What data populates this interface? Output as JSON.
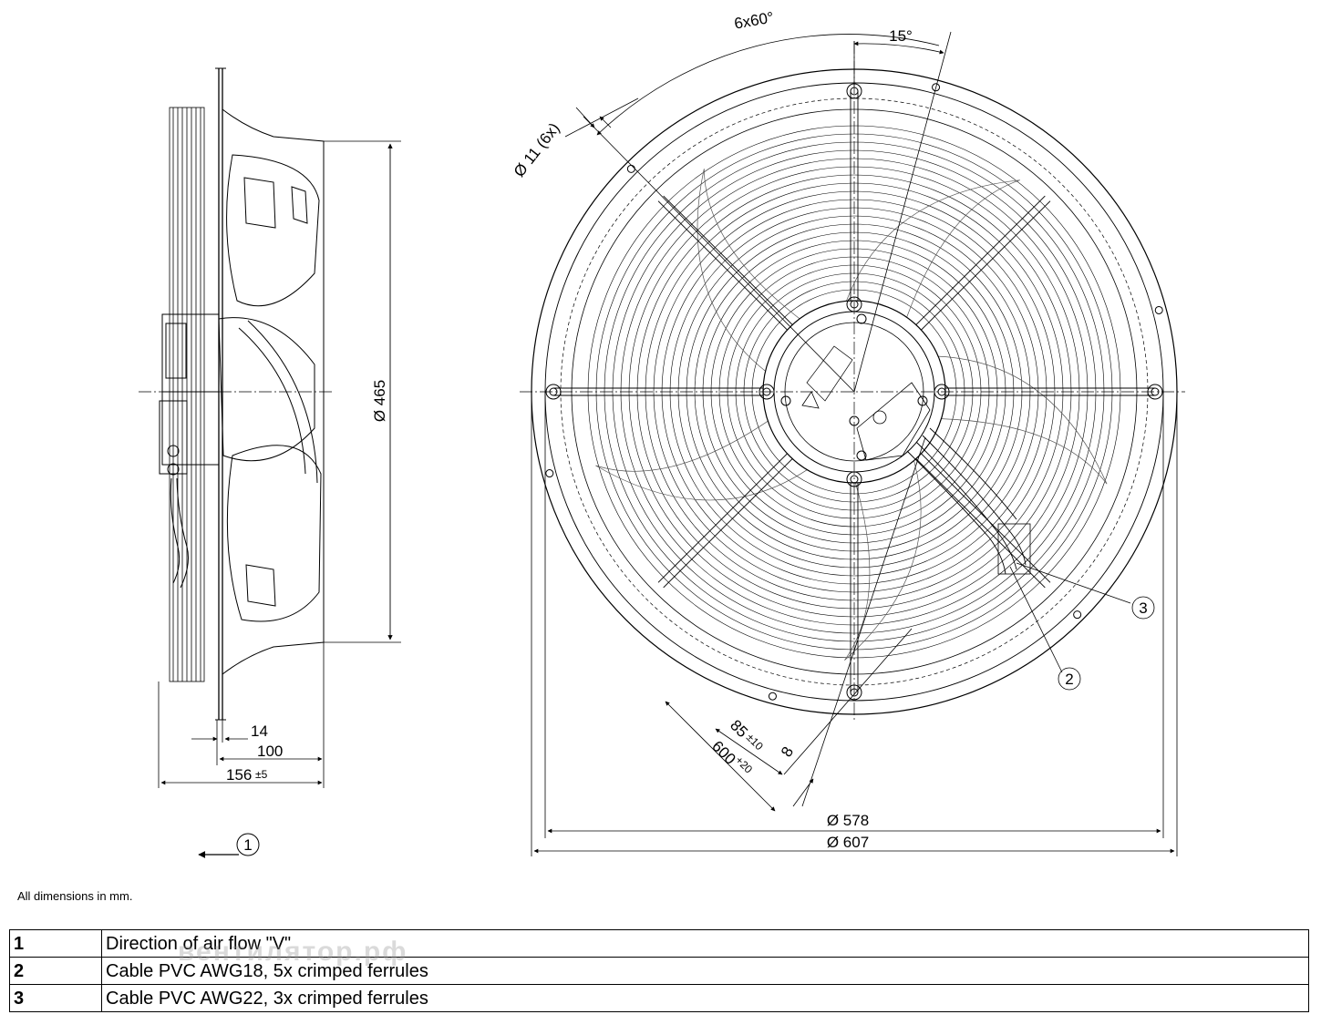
{
  "dimensions": {
    "side_diameter": "Ø 465",
    "dim_14": "14",
    "dim_100": "100",
    "dim_156": "156",
    "tol_156": "±5",
    "angle_6x60": "6x60°",
    "angle_15": "15°",
    "hole": "Ø 11 (6x)",
    "cable_85": "85",
    "tol_85": "±10",
    "cable_600": "600",
    "tol_600": "+20",
    "dim_8": "8",
    "dia_578": "Ø 578",
    "dia_607": "Ø 607"
  },
  "callouts": {
    "c1": "1",
    "c2": "2",
    "c3": "3"
  },
  "note": "All dimensions in mm.",
  "watermark": "вентилятор.рф",
  "legend": [
    {
      "num": "1",
      "text": "Direction of air flow \"V\""
    },
    {
      "num": "2",
      "text": "Cable PVC AWG18, 5x crimped ferrules"
    },
    {
      "num": "3",
      "text": "Cable PVC AWG22, 3x crimped ferrules"
    }
  ]
}
